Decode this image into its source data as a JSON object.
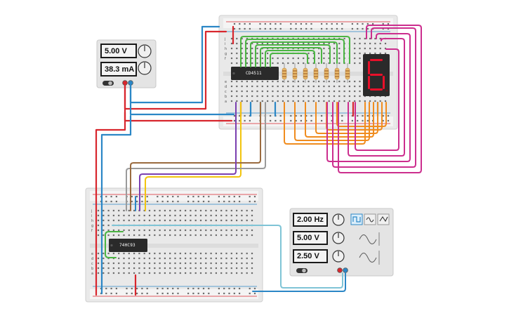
{
  "power_supply": {
    "voltage": "5.00 V",
    "current": "38.3 mA"
  },
  "function_generator": {
    "frequency": "2.00 Hz",
    "amplitude": "5.00 V",
    "offset": "2.50 V",
    "waveforms": [
      "square-wave-icon",
      "triangle-wave-icon",
      "sine-wave-icon"
    ],
    "selected_waveform": "square-wave-icon"
  },
  "chips": {
    "decoder": "CD4511",
    "counter": "74HC93"
  },
  "display": {
    "digit": "6",
    "segment_color": "#e8102a"
  },
  "breadboards": {
    "top_row_labels": [
      "j",
      "i",
      "h",
      "g",
      "f",
      "e",
      "d",
      "c",
      "b",
      "a"
    ],
    "bottom_row_labels": [
      "j",
      "i",
      "h",
      "g",
      "f",
      "e",
      "d",
      "c",
      "b",
      "a"
    ]
  },
  "wire_colors": {
    "red": "#d8262d",
    "blue": "#2b87c6",
    "green": "#4bb543",
    "orange": "#f08c1e",
    "magenta": "#cc2e8e",
    "yellow": "#f2c40e",
    "brown": "#9a6b3f",
    "gray": "#9a9a9a",
    "purple": "#7a3fb0",
    "lightblue": "#7fc4d6"
  }
}
